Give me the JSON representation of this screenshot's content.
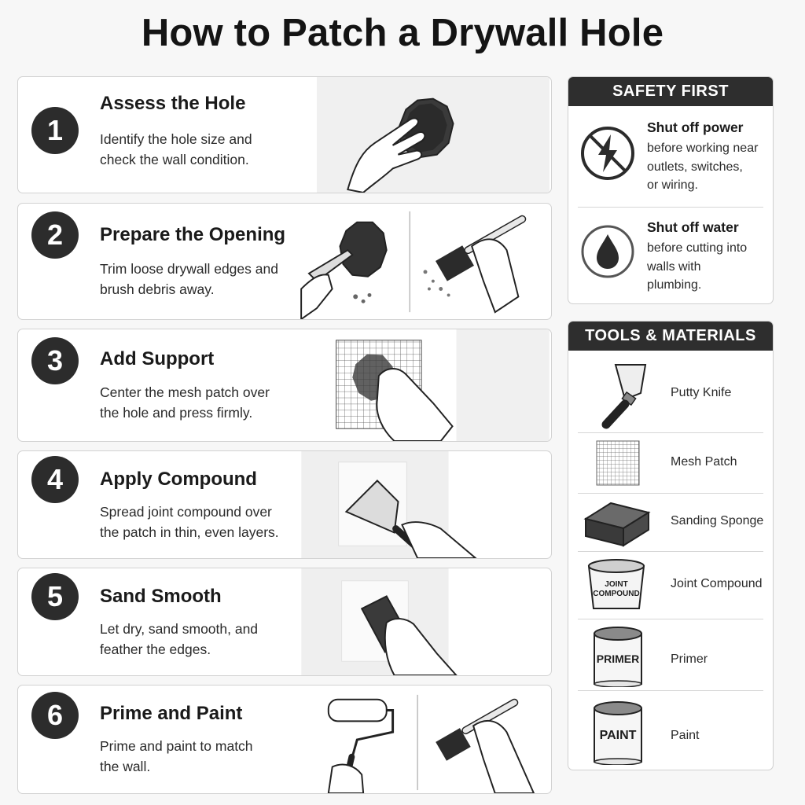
{
  "title": "How to Patch a Drywall Hole",
  "steps": [
    {
      "number": "1",
      "title": "Assess the Hole",
      "desc_line1": "Identify the hole size and",
      "desc_line2": "check the wall condition."
    },
    {
      "number": "2",
      "title": "Prepare the Opening",
      "desc_line1": "Trim loose drywall edges and",
      "desc_line2": "brush debris away."
    },
    {
      "number": "3",
      "title": "Add Support",
      "desc_line1": "Center the mesh patch over",
      "desc_line2": "the hole and press firmly."
    },
    {
      "number": "4",
      "title": "Apply Compound",
      "desc_line1": "Spread joint compound over",
      "desc_line2": "the patch in thin, even layers."
    },
    {
      "number": "5",
      "title": "Sand Smooth",
      "desc_line1": "Let dry, sand smooth, and",
      "desc_line2": "feather the edges."
    },
    {
      "number": "6",
      "title": "Prime and Paint",
      "desc_line1": "Prime and paint to match",
      "desc_line2": "the wall."
    }
  ],
  "safety": {
    "heading": "SAFETY FIRST",
    "items": [
      {
        "icon": "no-electricity-icon",
        "bold": "Shut off power",
        "line1": "before working near",
        "line2": "outlets, switches,",
        "line3": "or wiring."
      },
      {
        "icon": "water-drop-icon",
        "bold": "Shut off water",
        "line1": "before cutting into",
        "line2": "walls with",
        "line3": "plumbing."
      }
    ]
  },
  "tools": {
    "heading": "TOOLS & MATERIALS",
    "items": [
      {
        "icon": "putty-knife-icon",
        "label": "Putty Knife"
      },
      {
        "icon": "mesh-patch-icon",
        "label": "Mesh Patch"
      },
      {
        "icon": "sanding-sponge-icon",
        "label": "Sanding Sponge"
      },
      {
        "icon": "joint-compound-icon",
        "label": "Joint Compound",
        "can_text_line1": "JOINT",
        "can_text_line2": "COMPOUND"
      },
      {
        "icon": "primer-can-icon",
        "label": "Primer",
        "can_text": "PRIMER"
      },
      {
        "icon": "paint-can-icon",
        "label": "Paint",
        "can_text": "PAINT"
      }
    ]
  }
}
